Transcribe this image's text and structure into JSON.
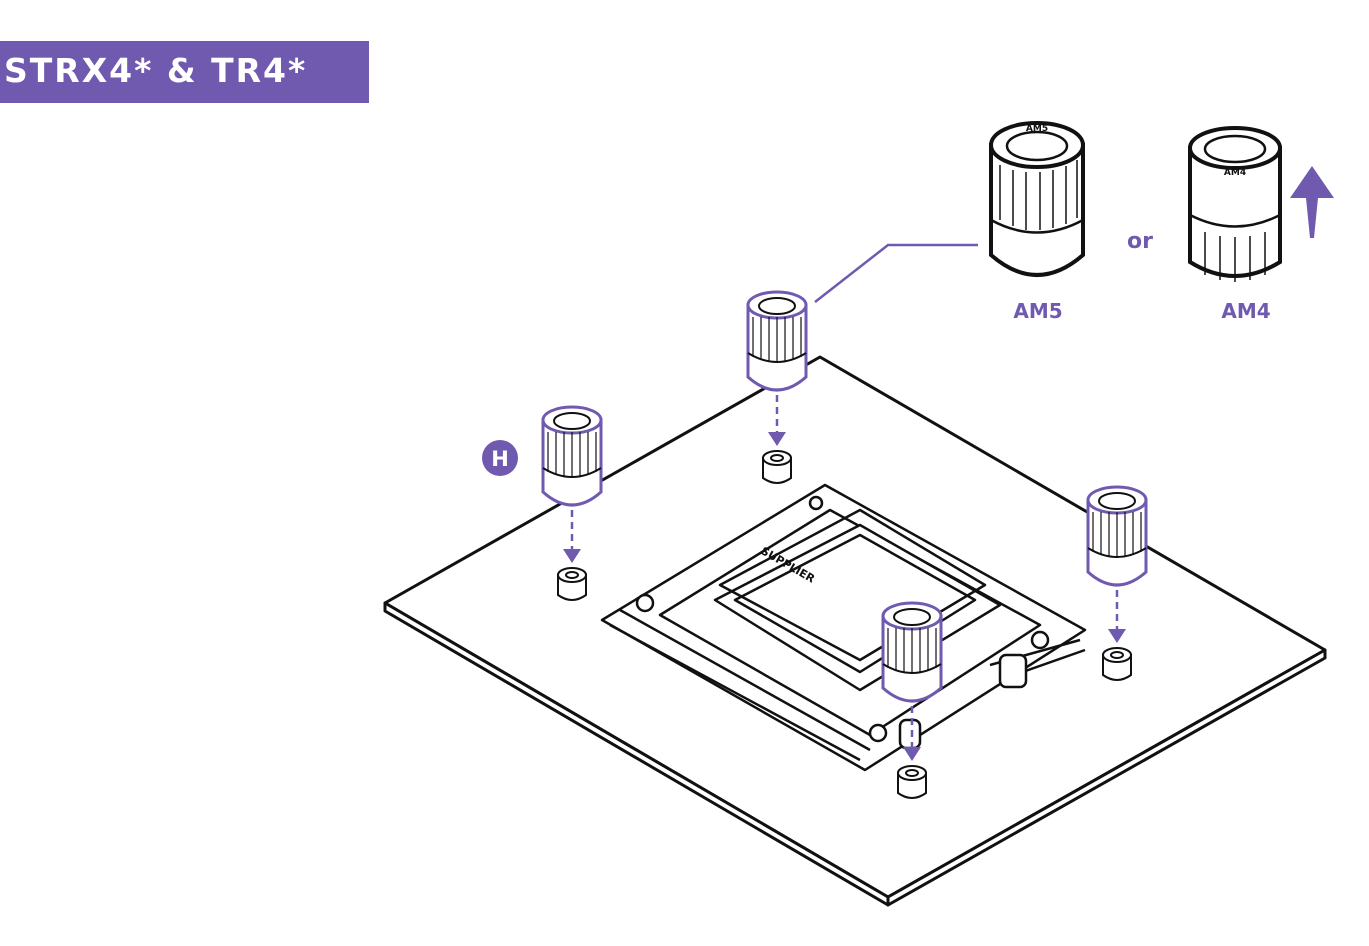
{
  "header": {
    "title": "STRX4* & TR4*"
  },
  "step_marker": "H",
  "options": {
    "separator": "or",
    "am5": {
      "label": "AM5",
      "engraving": "AM5"
    },
    "am4": {
      "label": "AM4",
      "engraving": "AM4"
    }
  },
  "socket": {
    "label": "SUPPLIER"
  },
  "colors": {
    "accent": "#6f5ab0",
    "line": "#111111"
  }
}
